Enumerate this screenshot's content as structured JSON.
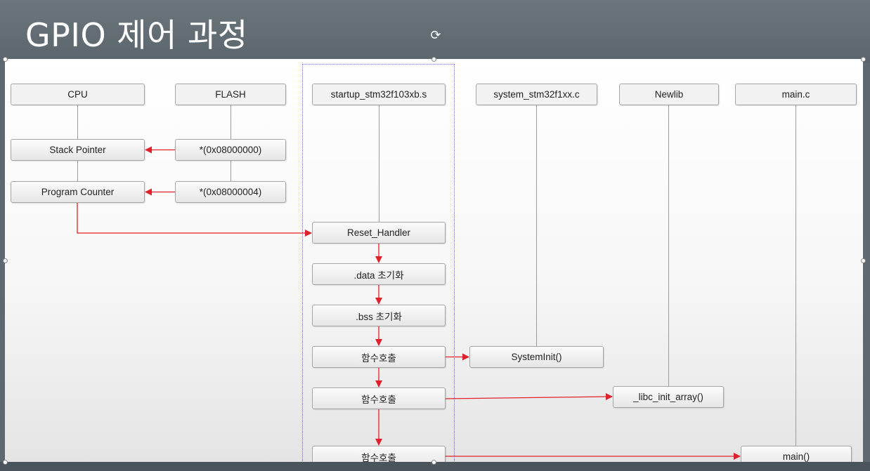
{
  "slide": {
    "title": "GPIO 제어 과정"
  },
  "columns": {
    "cpu": "CPU",
    "flash": "FLASH",
    "startup": "startup_stm32f103xb.s",
    "system": "system_stm32f1xx.c",
    "newlib": "Newlib",
    "main": "main.c"
  },
  "nodes": {
    "stack_pointer": "Stack Pointer",
    "program_counter": "Program Counter",
    "flash_addr_0": "*(0x08000000)",
    "flash_addr_4": "*(0x08000004)",
    "reset_handler": "Reset_Handler",
    "data_init": ".data 초기화",
    "bss_init": ".bss 초기화",
    "call_1": "함수호출",
    "call_2": "함수호출",
    "call_3": "함수호출",
    "system_init": "SystemInit()",
    "libc_init": "_libc_init_array()",
    "main_fn": "main()"
  },
  "colors": {
    "arrow": "#e0202a",
    "frame": "#6b6fd0"
  },
  "icons": {
    "rotate": "rotate-icon"
  }
}
